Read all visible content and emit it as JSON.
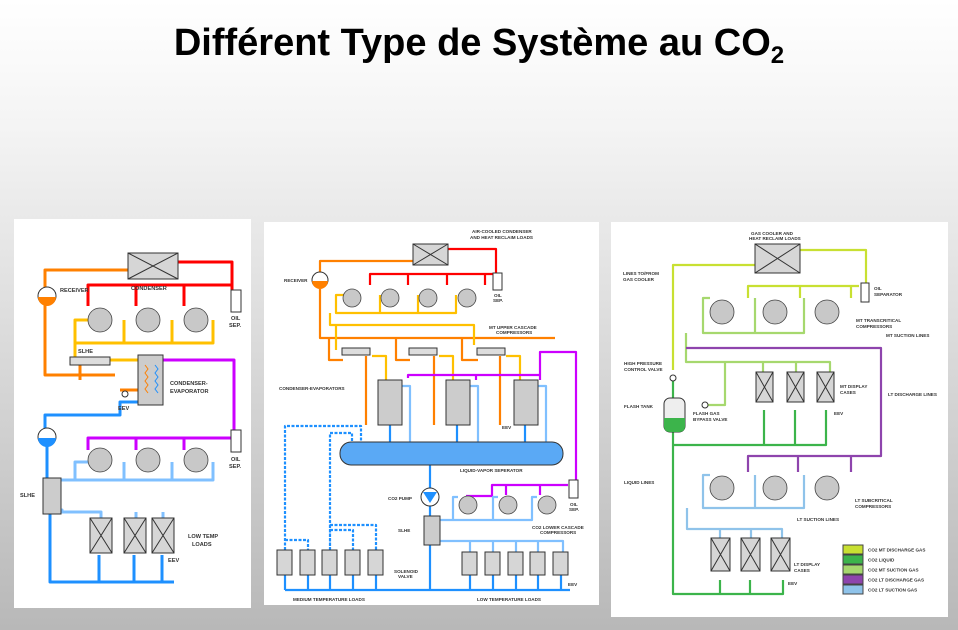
{
  "title": {
    "text": "Différent Type de Système au CO",
    "subscript": "2"
  },
  "left_diagram": {
    "receiver": "RECEIVER",
    "condenser": "CONDENSER",
    "oil_sep_1": "OIL",
    "oil_sep_1b": "SEP.",
    "slhe_1": "SLHE",
    "cond_evap_1": "CONDENSER-",
    "cond_evap_2": "EVAPORATOR",
    "eev_1": "EEV",
    "oil_sep_2": "OIL",
    "oil_sep_2b": "SEP.",
    "slhe_2": "SLHE",
    "loads_1": "LOW TEMP",
    "loads_2": "LOADS",
    "eev_2": "EEV"
  },
  "middle_diagram": {
    "condenser_1": "AIR-COOLED CONDENSER",
    "condenser_2": "AND HEAT RECLAIM LOADS",
    "receiver": "RECEIVER",
    "oil_sep": "OIL",
    "oil_sep_b": "SEP.",
    "mt_comp_1": "MT UPPER CASCADE",
    "mt_comp_2": "COMPRESSORS",
    "cond_evap": "CONDENSER-EVAPORATORS",
    "eev": "EEV",
    "separator": "LIQUID-VAPOR SEPERATOR",
    "pump": "CO2 PUMP",
    "slhe": "SLHE",
    "oil_sep_2": "OIL",
    "oil_sep_2b": "SEP.",
    "lt_comp_1": "CO2 LOWER CASCADE",
    "lt_comp_2": "COMPRESSORS",
    "solenoid_1": "SOLENOID",
    "solenoid_2": "VALVE",
    "eev_2": "EEV",
    "mt_loads": "MEDIUM TEMPERATURE LOADS",
    "lt_loads": "LOW TEMPERATURE LOADS"
  },
  "right_diagram": {
    "gas_cooler_1": "GAS COOLER AND",
    "gas_cooler_2": "HEAT RECLAIM LOADS",
    "lines_1": "LINES TO/FROM",
    "lines_2": "GAS COOLER",
    "oil_sep_1": "OIL",
    "oil_sep_2": "SEPARATOR",
    "mt_comp_1": "MT TRANSCRITICAL",
    "mt_comp_2": "COMPRESSORS",
    "mt_suction": "MT SUCTION LINES",
    "hpcv_1": "HIGH PRESSURE",
    "hpcv_2": "CONTROL VALVE",
    "flash_tank": "FLASH TANK",
    "fgbv_1": "FLASH GAS",
    "fgbv_2": "BYPASS VALVE",
    "mt_cases_1": "MT DISPLAY",
    "mt_cases_2": "CASES",
    "eev_1": "EEV",
    "lt_discharge": "LT DISCHARGE LINES",
    "liquid_lines": "LIQUID LINES",
    "lt_comp_1": "LT SUBCRITICAL",
    "lt_comp_2": "COMPRESSORS",
    "lt_suction": "LT SUCTION LINES",
    "lt_cases_1": "LT DISPLAY",
    "lt_cases_2": "CASES",
    "eev_2": "EEV",
    "legend": [
      {
        "label": "CO2 MT DISCHARGE GAS",
        "color": "#c8e032"
      },
      {
        "label": "CO2 LIQUID",
        "color": "#3cb44b"
      },
      {
        "label": "CO2 MT SUCTION GAS",
        "color": "#a6d86e"
      },
      {
        "label": "CO2 LT DISCHARGE GAS",
        "color": "#8e44ad"
      },
      {
        "label": "CO2 LT SUCTION GAS",
        "color": "#8fc3ea"
      }
    ]
  }
}
